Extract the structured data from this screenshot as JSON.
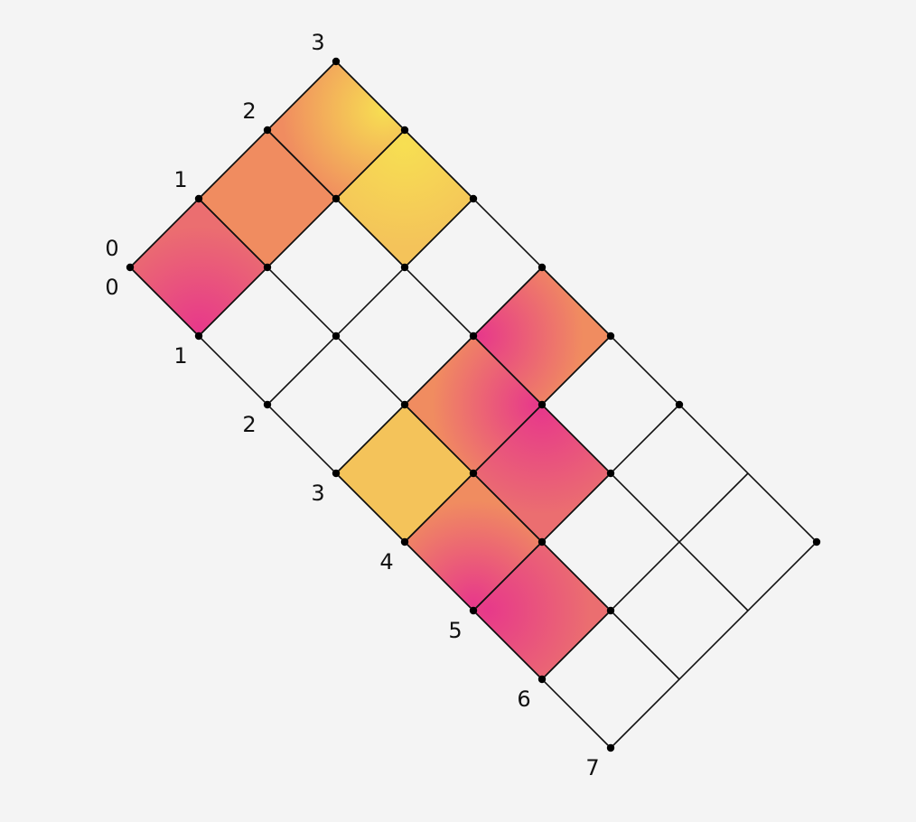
{
  "grid": {
    "rows": 3,
    "cols": 7
  },
  "top_labels": [
    "0",
    "1",
    "2",
    "3"
  ],
  "left_labels": [
    "0",
    "1",
    "2",
    "3",
    "4",
    "5",
    "6",
    "7"
  ],
  "cells": [
    {
      "r": 0,
      "c": 0,
      "style": "magenta-bottom"
    },
    {
      "r": 1,
      "c": 0,
      "style": "orange"
    },
    {
      "r": 2,
      "c": 0,
      "style": "orange-yellow-top"
    },
    {
      "r": 2,
      "c": 1,
      "style": "yellow"
    },
    {
      "r": 1,
      "c": 3,
      "style": "orange-magenta-right"
    },
    {
      "r": 2,
      "c": 3,
      "style": "orange-magenta-left"
    },
    {
      "r": 0,
      "c": 3,
      "style": "yellow-plain"
    },
    {
      "r": 1,
      "c": 4,
      "style": "coral-magenta-top"
    },
    {
      "r": 0,
      "c": 4,
      "style": "orange-magenta-bottom"
    },
    {
      "r": 0,
      "c": 5,
      "style": "magenta-orange"
    }
  ],
  "colors": {
    "background": "#f4f4f4",
    "line": "#111111",
    "yellow": "#f7df52",
    "gold": "#f4c35a",
    "orange": "#f08c60",
    "coral": "#eb6e70",
    "magenta": "#e7398a"
  }
}
